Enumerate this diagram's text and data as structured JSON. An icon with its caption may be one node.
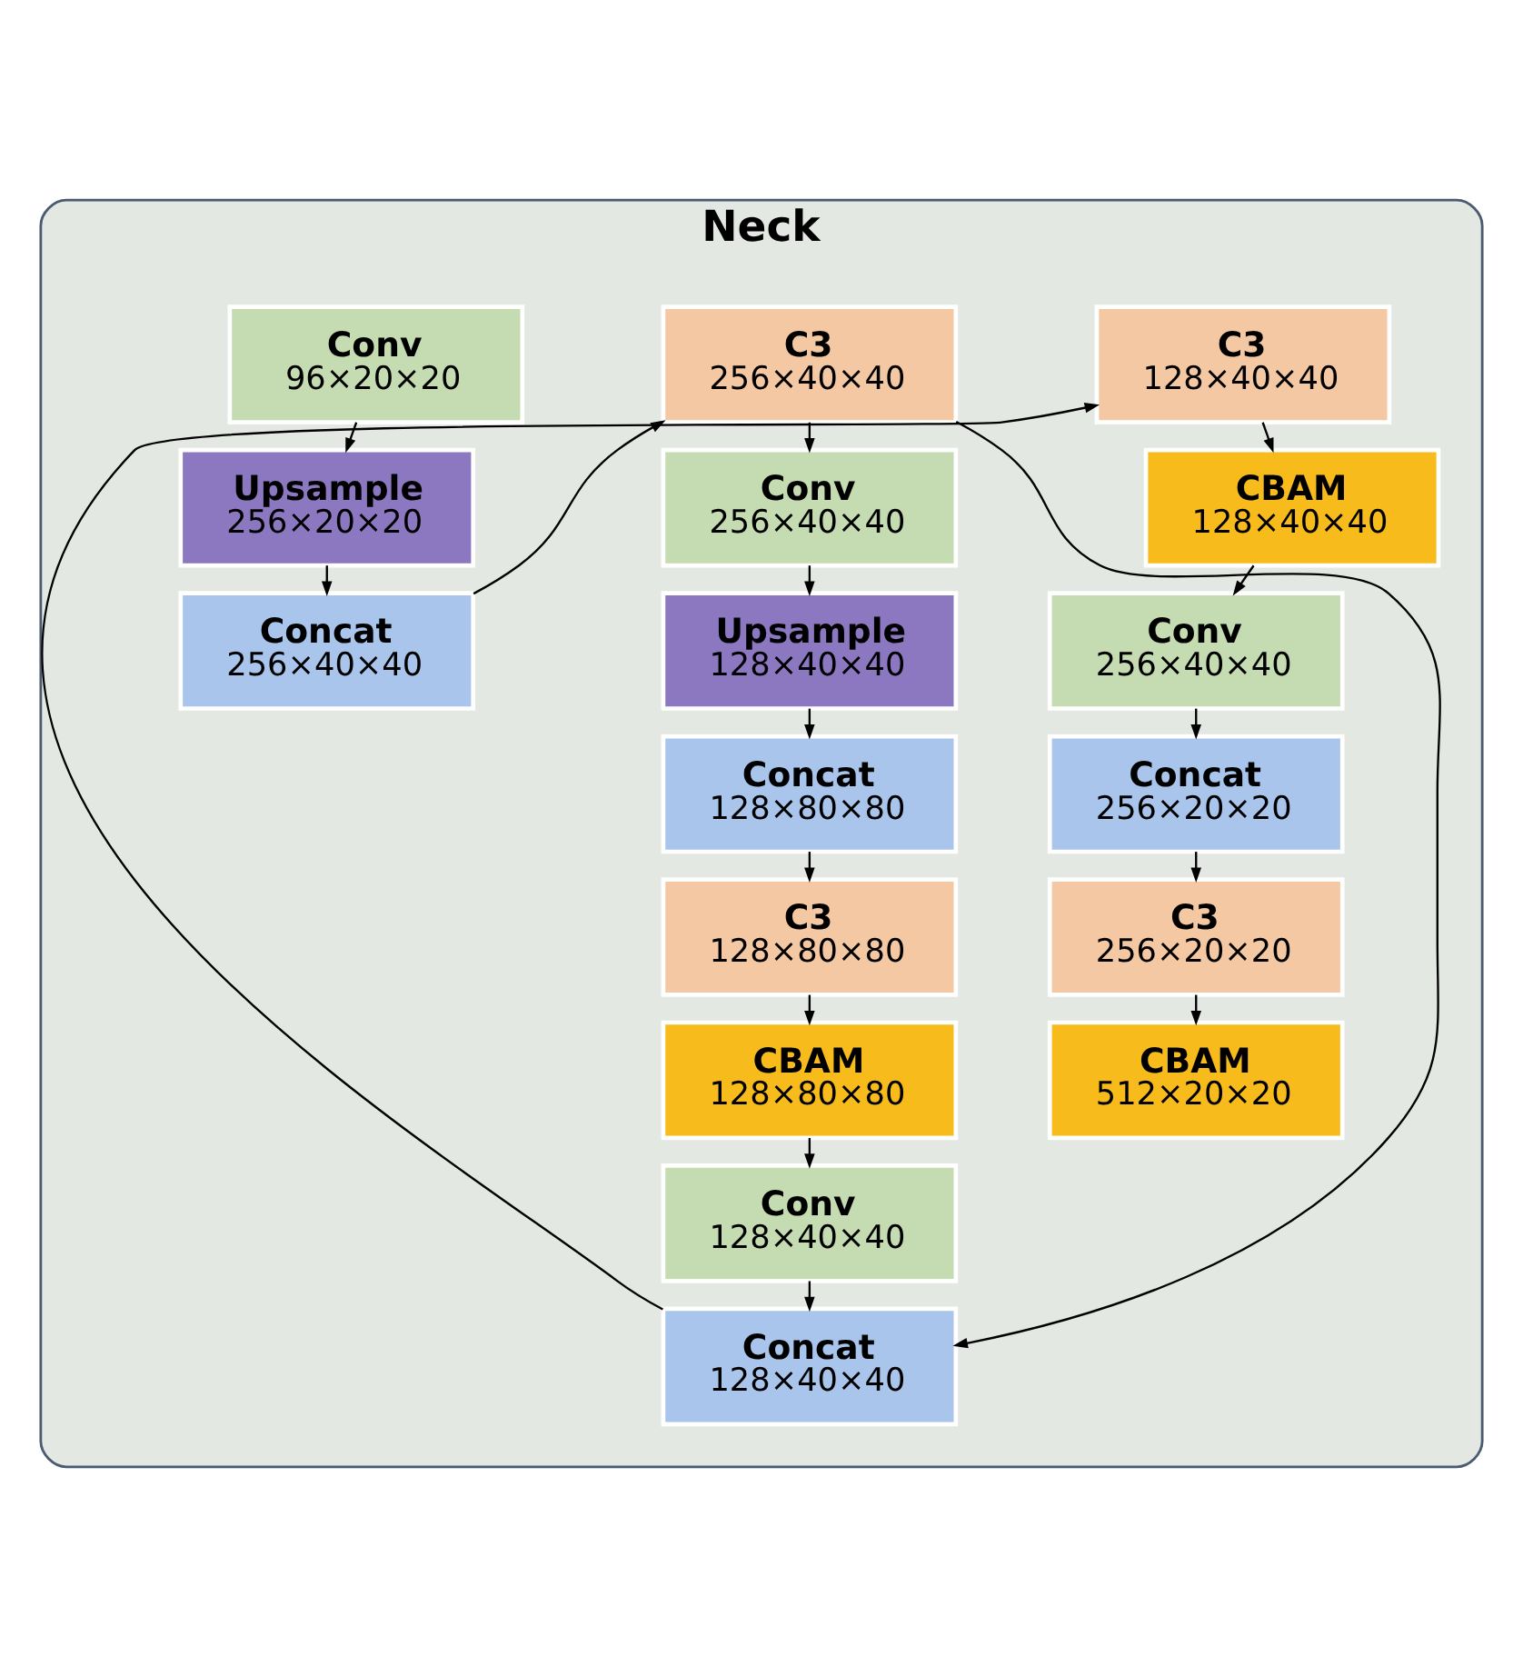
{
  "diagram": {
    "nodes": [
      {
        "text": [
          "Neck"
        ]
      },
      {
        "text": [
          "Conv",
          "96×20×20"
        ],
        "in": 0
      },
      {
        "text": [
          "Upsample",
          "256×20×20"
        ],
        "in": 0
      },
      {
        "text": [
          "Concat",
          "256×40×40"
        ],
        "in": 0
      },
      {
        "text": [
          "C3",
          "256×40×40"
        ],
        "in": 0
      },
      {
        "text": [
          "Conv",
          "256×40×40"
        ],
        "in": 0
      },
      {
        "text": [
          "Upsample",
          "128×40×40"
        ],
        "in": 0
      },
      {
        "text": [
          "Concat",
          "128×80×80"
        ],
        "in": 0
      },
      {
        "text": [
          "C3",
          "128×80×80"
        ],
        "in": 0
      },
      {
        "text": [
          "CBAM",
          "128×80×80"
        ],
        "in": 0
      },
      {
        "text": [
          "Conv",
          "128×40×40"
        ],
        "in": 0
      },
      {
        "text": [
          "Concat",
          "128×40×40"
        ],
        "in": 0
      },
      {
        "text": [
          "C3",
          "128×40×40"
        ],
        "in": 0
      },
      {
        "text": [
          "CBAM",
          "128×40×40"
        ],
        "in": 0
      },
      {
        "text": [
          "Conv",
          "256×40×40"
        ],
        "in": 0
      },
      {
        "text": [
          "Concat",
          "256×20×20"
        ],
        "in": 0
      },
      {
        "text": [
          "C3",
          "256×20×20"
        ],
        "in": 0
      },
      {
        "text": [
          "CBAM",
          "512×20×20"
        ],
        "in": 0
      }
    ],
    "edges": [
      {
        "from": 1,
        "to": 2,
        "arrow": "to"
      },
      {
        "from": 2,
        "to": 3,
        "arrow": "to"
      },
      {
        "from": 3,
        "to": 4,
        "arrow": "to"
      },
      {
        "from": 4,
        "to": 5,
        "arrow": "to"
      },
      {
        "from": 5,
        "to": 6,
        "arrow": "to"
      },
      {
        "from": 6,
        "to": 7,
        "arrow": "to"
      },
      {
        "from": 7,
        "to": 8,
        "arrow": "to"
      },
      {
        "from": 8,
        "to": 9,
        "arrow": "to"
      },
      {
        "from": 9,
        "to": 10,
        "arrow": "to"
      },
      {
        "from": 10,
        "to": 11,
        "arrow": "to"
      },
      {
        "from": 4,
        "to": 11,
        "arrow": "to"
      },
      {
        "from": 11,
        "to": 12,
        "arrow": "to"
      },
      {
        "from": 12,
        "to": 13,
        "arrow": "to"
      },
      {
        "from": 13,
        "to": 14,
        "arrow": "to"
      },
      {
        "from": 14,
        "to": 15,
        "arrow": "to"
      },
      {
        "from": 15,
        "to": 16,
        "arrow": "to"
      },
      {
        "from": 16,
        "to": 17,
        "arrow": "to"
      }
    ]
  }
}
